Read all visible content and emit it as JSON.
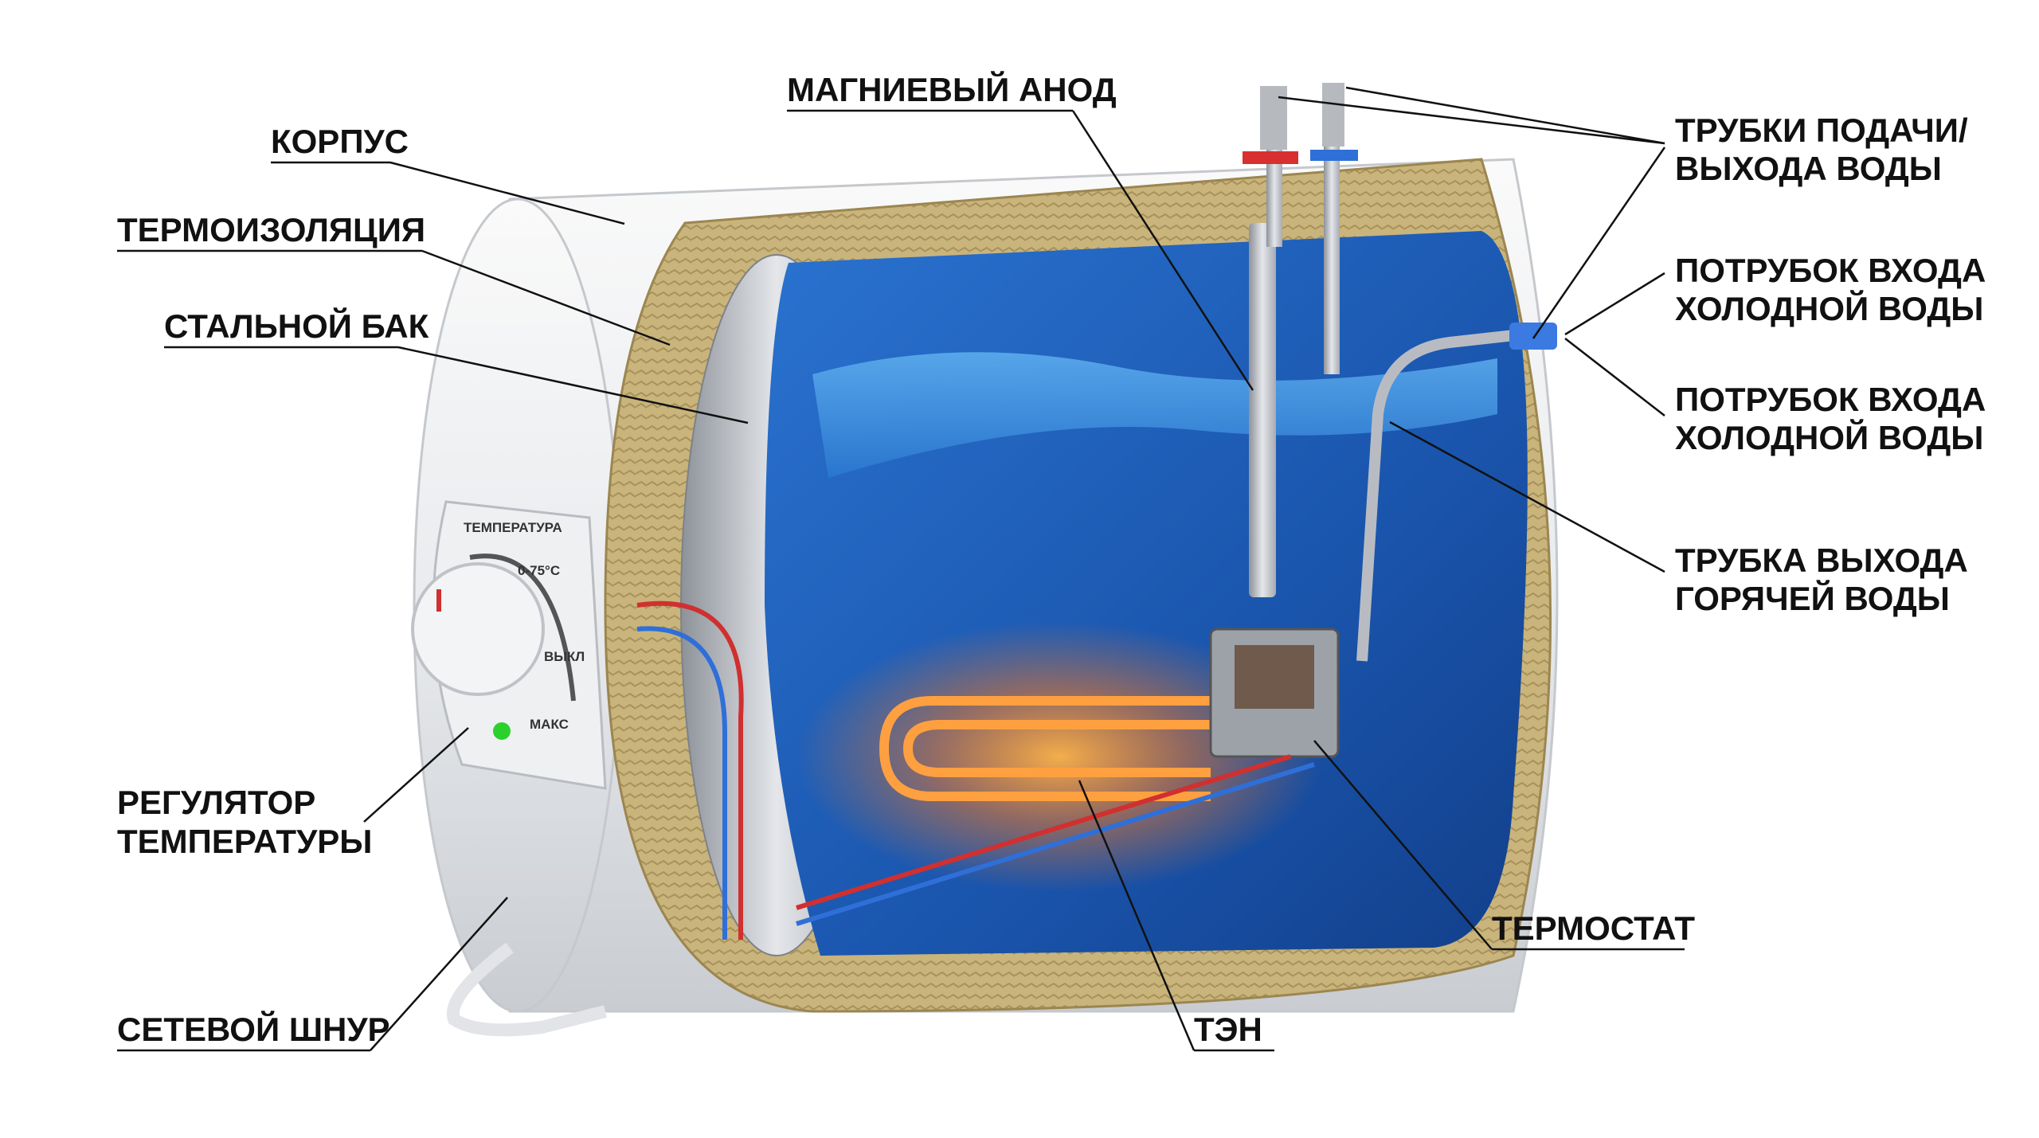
{
  "labels": {
    "body": "КОРПУС",
    "insulation": "ТЕРМОИЗОЛЯЦИЯ",
    "steel_tank": "СТАЛЬНОЙ БАК",
    "magnesium_anode": "МАГНИЕВЫЙ АНОД",
    "supply_pipes": [
      "ТРУБКИ ПОДАЧИ/",
      "ВЫХОДА ВОДЫ"
    ],
    "cold_inlet_1": [
      "ПОТРУБОК ВХОДА",
      "ХОЛОДНОЙ ВОДЫ"
    ],
    "cold_inlet_2": [
      "ПОТРУБОК ВХОДА",
      "ХОЛОДНОЙ ВОДЫ"
    ],
    "hot_outlet": [
      "ТРУБКА ВЫХОДА",
      "ГОРЯЧЕЙ ВОДЫ"
    ],
    "thermostat": "ТЕРМОСТАТ",
    "heating_element": "ТЭН",
    "temp_regulator": [
      "РЕГУЛЯТОР",
      "ТЕМПЕРАТУРЫ"
    ],
    "power_cord": "СЕТЕВОЙ ШНУР"
  },
  "control_panel": {
    "title": "ТЕМПЕРАТУРА",
    "range": "0-75°C",
    "off": "ВЫКЛ",
    "max": "МАКС"
  },
  "colors": {
    "water": "#1f5fb8",
    "insulation": "#c9b47c",
    "heater_glow": "#ff8a1f",
    "led": "#2bd12b"
  }
}
